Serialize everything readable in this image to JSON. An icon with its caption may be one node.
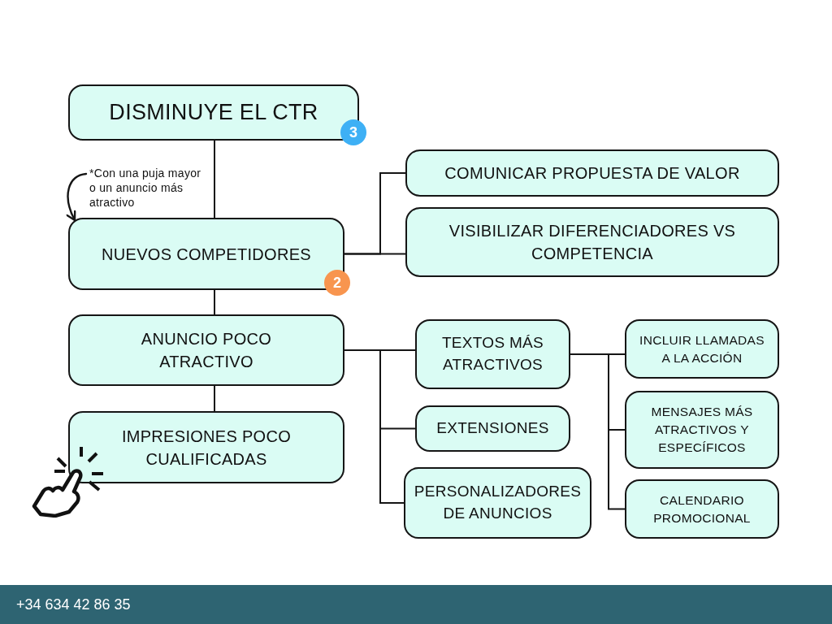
{
  "diagram": {
    "nodes": [
      {
        "text": [
          "DISMINUYE EL CTR"
        ]
      },
      {
        "text": [
          "3"
        ]
      },
      {
        "text": [
          "*Con una puja mayor o un anuncio más atractivo"
        ]
      },
      {
        "text": [
          "NUEVOS COMPETIDORES"
        ]
      },
      {
        "text": [
          "2"
        ]
      },
      {
        "text": [
          "COMUNICAR PROPUESTA DE VALOR"
        ]
      },
      {
        "text": [
          "VISIBILIZAR DIFERENCIADORES VS COMPETENCIA"
        ]
      },
      {
        "text": [
          "ANUNCIO POCO ATRACTIVO"
        ]
      },
      {
        "text": [
          "TEXTOS MÁS ATRACTIVOS"
        ]
      },
      {
        "text": [
          "EXTENSIONES"
        ]
      },
      {
        "text": [
          "PERSONALIZADORES DE ANUNCIOS"
        ]
      },
      {
        "text": [
          "INCLUIR LLAMADAS A LA ACCIÓN"
        ]
      },
      {
        "text": [
          "MENSAJES MÁS ATRACTIVOS Y ESPECÍFICOS"
        ]
      },
      {
        "text": [
          "CALENDARIO PROMOCIONAL"
        ]
      },
      {
        "text": [
          "IMPRESIONES POCO CUALIFICADAS"
        ]
      }
    ],
    "edges": [
      {
        "from": 0,
        "to": 3,
        "arrow": "none"
      },
      {
        "from": 2,
        "to": 3,
        "arrow": "to"
      },
      {
        "from": 3,
        "to": 5,
        "arrow": "none"
      },
      {
        "from": 3,
        "to": 6,
        "arrow": "none"
      },
      {
        "from": 3,
        "to": 7,
        "arrow": "none"
      },
      {
        "from": 7,
        "to": 8,
        "arrow": "none"
      },
      {
        "from": 7,
        "to": 9,
        "arrow": "none"
      },
      {
        "from": 7,
        "to": 10,
        "arrow": "none"
      },
      {
        "from": 8,
        "to": 11,
        "arrow": "none"
      },
      {
        "from": 8,
        "to": 12,
        "arrow": "none"
      },
      {
        "from": 8,
        "to": 13,
        "arrow": "none"
      },
      {
        "from": 7,
        "to": 14,
        "arrow": "none"
      }
    ],
    "labels": [
      "+34 634 42 86 35"
    ]
  }
}
